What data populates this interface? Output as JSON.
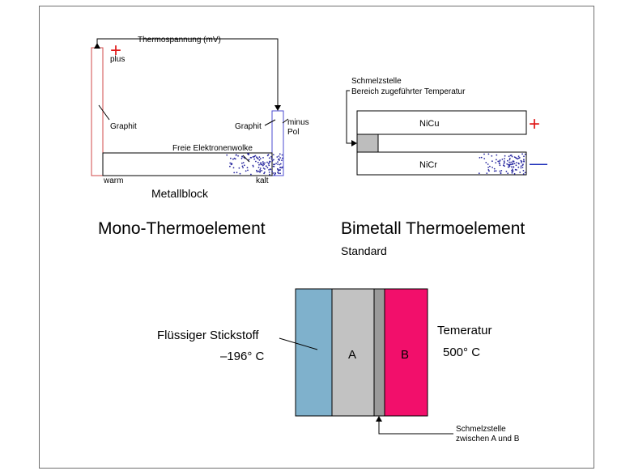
{
  "mono": {
    "title": "Mono-Thermoelement",
    "top_label": "Thermospannung (mV)",
    "plus_label": "plus",
    "minus_label_1": "minus",
    "minus_label_2": "Pol",
    "graphit_left": "Graphit",
    "graphit_right": "Graphit",
    "cloud_label": "Freie Elektronenwolke",
    "warm_label": "warm",
    "kalt_label": "kalt",
    "block_label": "Metallblock",
    "plus_sign": "+"
  },
  "bimetal": {
    "title": "Bimetall Thermoelement",
    "subtitle": "Standard",
    "junction_label_1": "Schmelzstelle",
    "junction_label_2": "Bereich zugeführter Temperatur",
    "upper_metal": "NiCu",
    "lower_metal": "NiCr",
    "plus_sign": "+",
    "minus_sign": "—"
  },
  "standard": {
    "left_label": "Flüssiger Stickstoff",
    "left_temp": "–196° C",
    "right_label": "Temeratur",
    "right_temp": "500° C",
    "block_a": "A",
    "block_b": "B",
    "junction_label_1": "Schmelzstelle",
    "junction_label_2": "zwischen A und B"
  },
  "colors": {
    "wire_red": "#d04848",
    "wire_blue": "#4b4bd0",
    "sign_red": "#e01818",
    "sign_blue": "#1a2bb8",
    "dots": "#2a2aa0",
    "nitrogen": "#7fb1cc",
    "metal_a": "#c2c2c2",
    "junction": "#9a9a9a",
    "metal_b": "#f20f6b"
  }
}
